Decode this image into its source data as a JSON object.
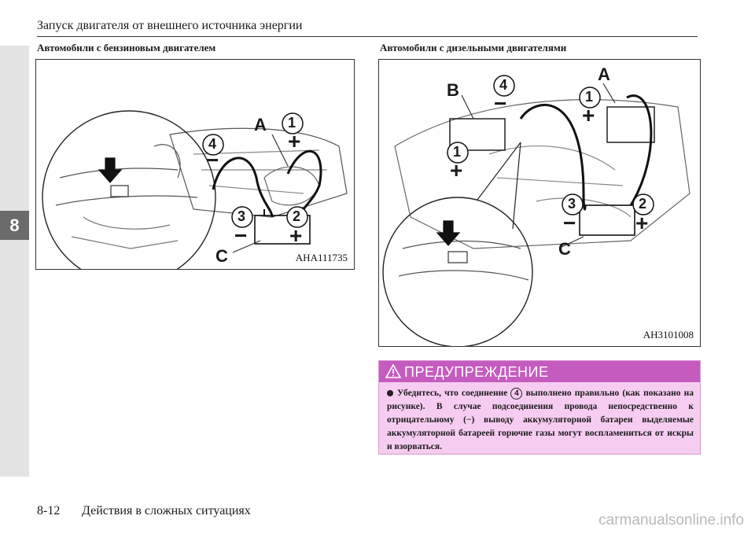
{
  "header": {
    "title": "Запуск двигателя от внешнего источника энергии"
  },
  "chapter_tab": "8",
  "left": {
    "subtitle": "Автомобили с бензиновым двигателем",
    "figure_code": "AHA111735",
    "labels": {
      "a": "A",
      "c": "C",
      "n1": "1",
      "n2": "2",
      "n3": "3",
      "n4": "4",
      "plus": "+",
      "minus": "−"
    }
  },
  "right": {
    "subtitle": "Автомобили с дизельными двигателями",
    "figure_code": "AH3101008",
    "labels": {
      "a": "A",
      "b": "B",
      "c": "C",
      "n1": "1",
      "n2": "2",
      "n3": "3",
      "n4": "4",
      "plus": "+",
      "minus": "−"
    }
  },
  "warning": {
    "title": "ПРЕДУПРЕЖДЕНИЕ",
    "text_before": "Убедитесь, что соединение",
    "ref_number": "4",
    "text_after": "выполнено правильно (как показано на рисунке). В случае подсоединения провода непосредственно к отрицательному (−) выводу аккумуляторной батареи выделяемые аккумуляторной батареей горючие газы могут воспламениться от искры и взорваться."
  },
  "footer": {
    "page": "8-12",
    "section": "Действия в сложных ситуациях"
  },
  "watermark": "carmanualsonline.info",
  "colors": {
    "warning_banner": "#c65bbf",
    "warning_bg": "#f6cdf0",
    "chapter_tab": "#6b6b6b"
  }
}
